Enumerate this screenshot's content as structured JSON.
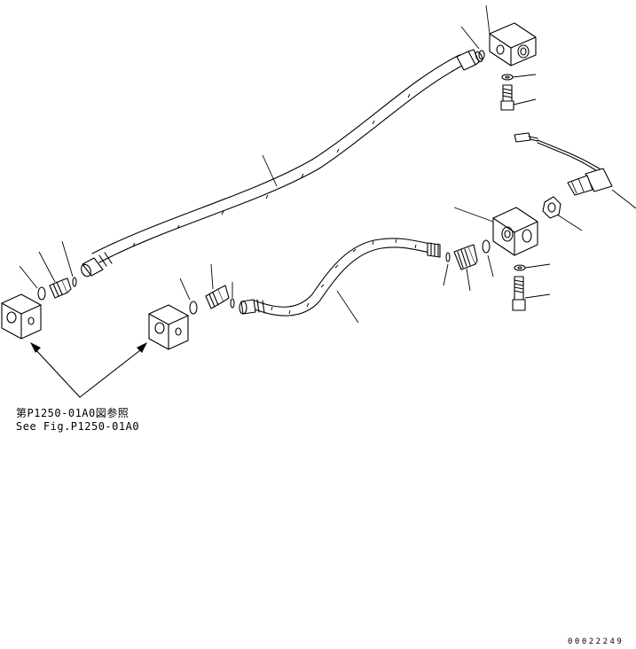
{
  "reference": {
    "japanese": "第P1250-01A0図参照",
    "english": "See Fig.P1250-01A0"
  },
  "drawing_code": "00022249"
}
